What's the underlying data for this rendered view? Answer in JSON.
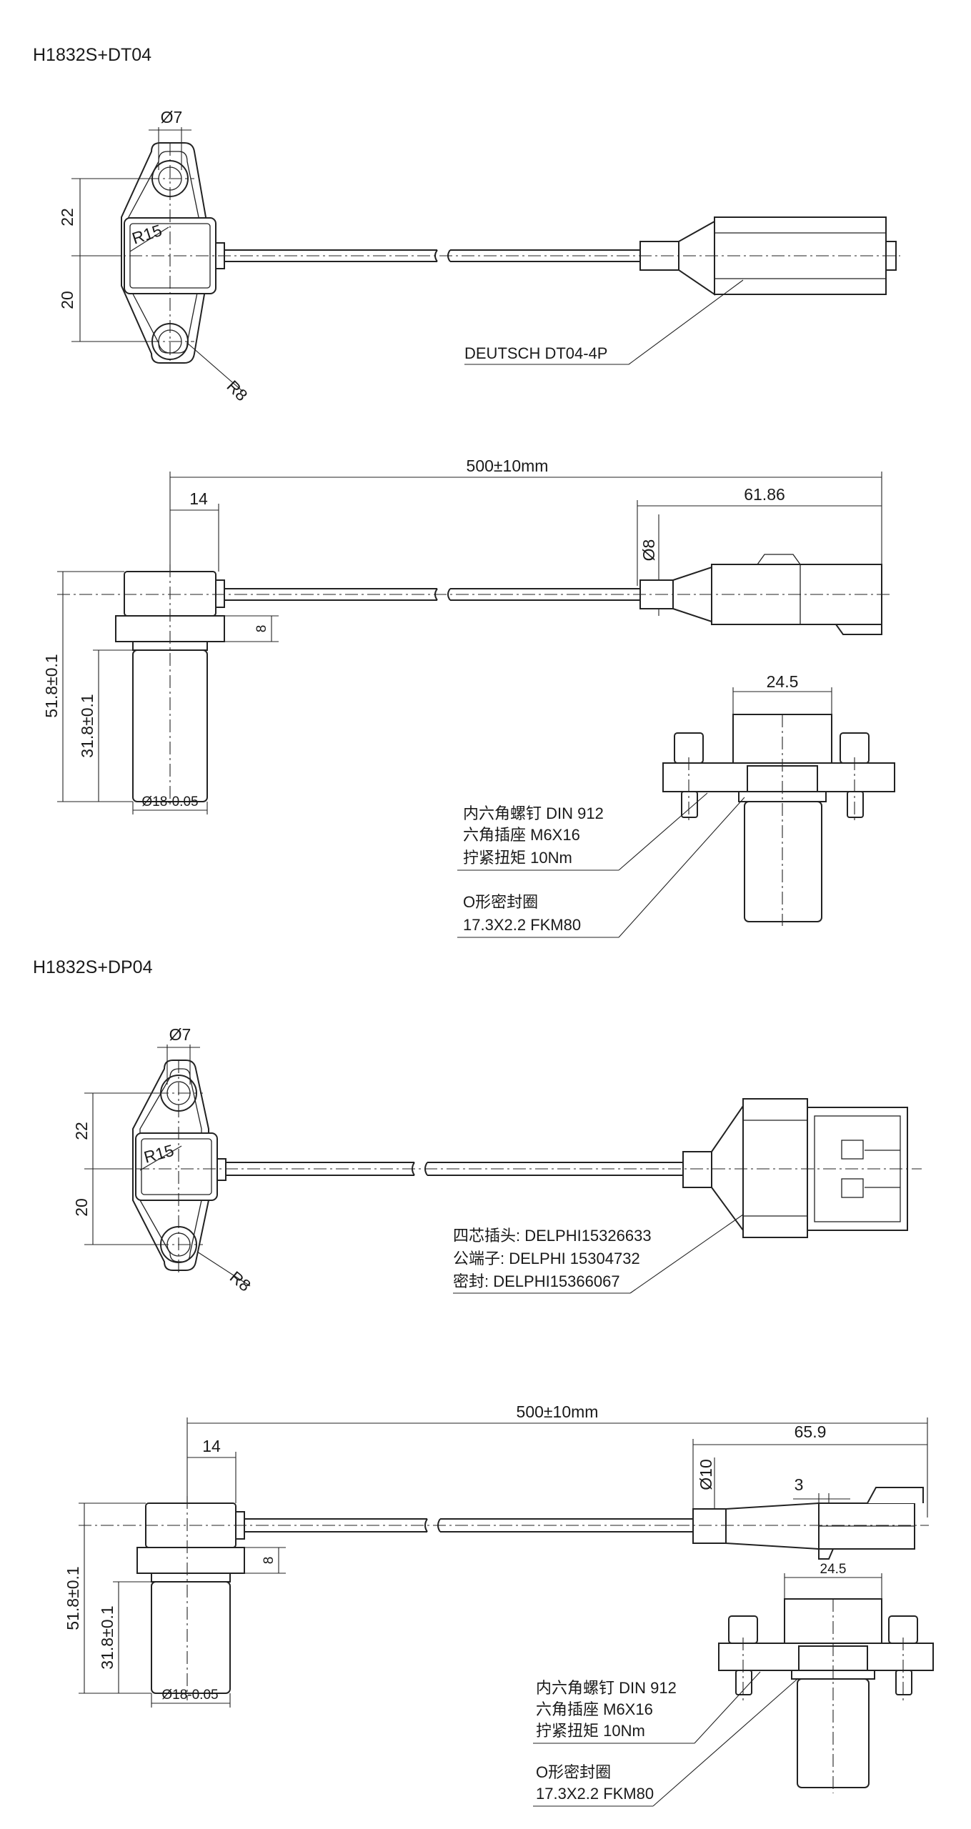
{
  "section1": {
    "title": "H1832S+DT04",
    "top_view": {
      "hole_dia": "Ø7",
      "dim_upper": "22",
      "dim_lower": "20",
      "radius_body": "R15",
      "radius_flange": "R8",
      "connector_callout": "DEUTSCH DT04-4P"
    },
    "side_view": {
      "cable_length": "500±10mm",
      "dim_14": "14",
      "dim_connector": "61.86",
      "dim_cable_dia": "Ø8",
      "dim_flange": "8",
      "dim_total": "51.8±0.1",
      "dim_shaft": "31.8±0.1",
      "dim_shaft_dia": "Ø18-0.05"
    },
    "mount_view": {
      "dim_width": "24.5",
      "bolt_callout": [
        "内六角螺钉 DIN 912",
        "六角插座 M6X16",
        "拧紧扭矩 10Nm"
      ],
      "oring_callout": [
        "O形密封圈",
        "17.3X2.2 FKM80"
      ]
    }
  },
  "section2": {
    "title": "H1832S+DP04",
    "top_view": {
      "hole_dia": "Ø7",
      "dim_upper": "22",
      "dim_lower": "20",
      "radius_body": "R15",
      "radius_flange": "R8",
      "connector_callout": [
        "四芯插头: DELPHI15326633",
        "公端子: DELPHI 15304732",
        "密封: DELPHI15366067"
      ]
    },
    "side_view": {
      "cable_length": "500±10mm",
      "dim_14": "14",
      "dim_connector": "65.9",
      "dim_cable_dia": "Ø10",
      "dim_3": "3",
      "dim_flange": "8",
      "dim_total": "51.8±0.1",
      "dim_shaft": "31.8±0.1",
      "dim_shaft_dia": "Ø18-0.05"
    },
    "mount_view": {
      "dim_width": "24.5",
      "bolt_callout": [
        "内六角螺钉 DIN 912",
        "六角插座  M6X16",
        "拧紧扭矩  10Nm"
      ],
      "oring_callout": [
        "O形密封圈",
        "17.3X2.2 FKM80"
      ]
    }
  }
}
